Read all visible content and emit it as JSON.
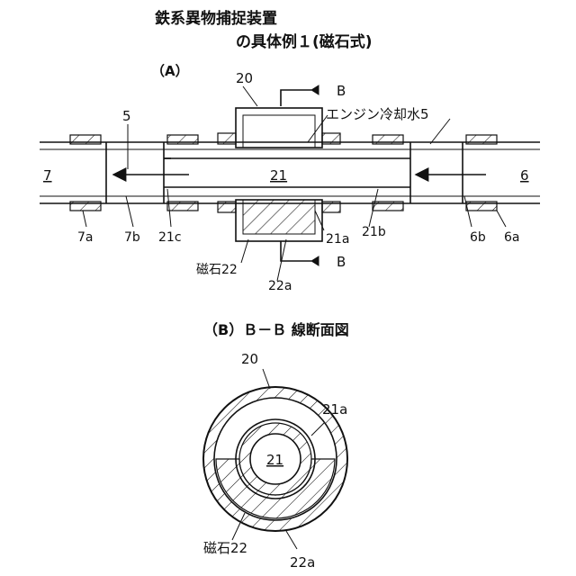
{
  "title_line1": "鉄系異物捕捉装置",
  "title_line2": "の具体例１(磁石式)",
  "view_a": {
    "label": "（A）",
    "housing": "20",
    "section_mark": "B",
    "coolant": "エンジン冷却水5",
    "flow_in": "5",
    "pipe": "21",
    "outlet": "7",
    "inlet": "6",
    "parts": [
      "7a",
      "7b",
      "21c",
      "21a",
      "21b",
      "6b",
      "6a"
    ],
    "magnet": "磁石22",
    "magnet_case": "22a"
  },
  "view_b": {
    "label": "（B）Ｂ－Ｂ 線断面図",
    "housing": "20",
    "inner": "21a",
    "pipe": "21",
    "magnet": "磁石22",
    "magnet_case": "22a"
  }
}
